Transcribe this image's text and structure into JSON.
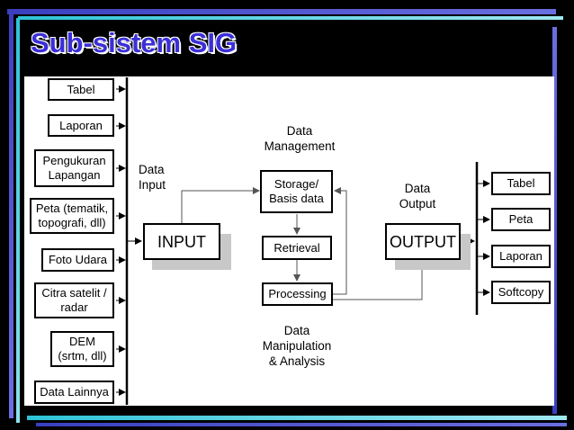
{
  "title": "Sub-sistem SIG",
  "inputs": [
    "Tabel",
    "Laporan",
    "Pengukuran\nLapangan",
    "Peta (tematik,\ntopografi, dll)",
    "Foto Udara",
    "Citra satelit /\nradar",
    "DEM\n(srtm, dll)",
    "Data Lainnya"
  ],
  "outputs": [
    "Tabel",
    "Peta",
    "Laporan",
    "Softcopy"
  ],
  "labels": {
    "data_input": "Data\nInput",
    "data_management": "Data\nManagement",
    "data_output": "Data\nOutput",
    "data_manipulation": "Data\nManipulation\n& Analysis"
  },
  "nodes": {
    "input": "INPUT",
    "storage": "Storage/\nBasis data",
    "retrieval": "Retrieval",
    "processing": "Processing",
    "output": "OUTPUT"
  },
  "colors": {
    "title": "#3b2fd8",
    "frame_blue": "#3a3fbf",
    "frame_cyan": "#2ec4d8"
  }
}
